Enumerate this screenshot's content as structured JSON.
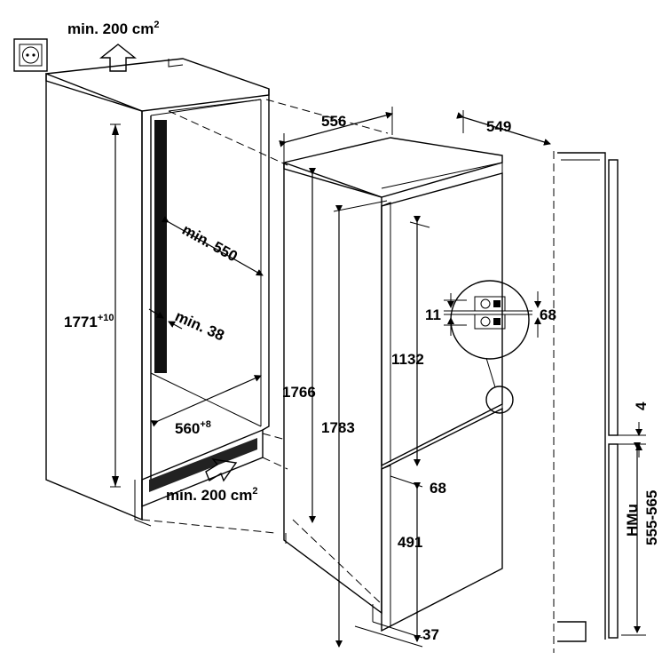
{
  "labels": {
    "top_vent": "min. 200 cm",
    "top_vent_sup": "2",
    "bottom_vent": "min. 200 cm",
    "bottom_vent_sup": "2",
    "niche_height": "1771",
    "niche_height_sup": "+10",
    "niche_depth": "min. 550",
    "vent_gap": "min. 38",
    "niche_width": "560",
    "niche_width_sup": "+8",
    "appliance_width": "556",
    "appliance_depth": "549",
    "appliance_height_body": "1766",
    "appliance_height_total": "1783",
    "upper_door": "1132",
    "lower_door": "491",
    "hinge_gap_left": "11",
    "hinge_gap_right": "68",
    "door_offset": "68",
    "bottom_offset": "37",
    "side_gap": "4",
    "hmu_label": "HMu",
    "hmu_range": "555-565"
  }
}
